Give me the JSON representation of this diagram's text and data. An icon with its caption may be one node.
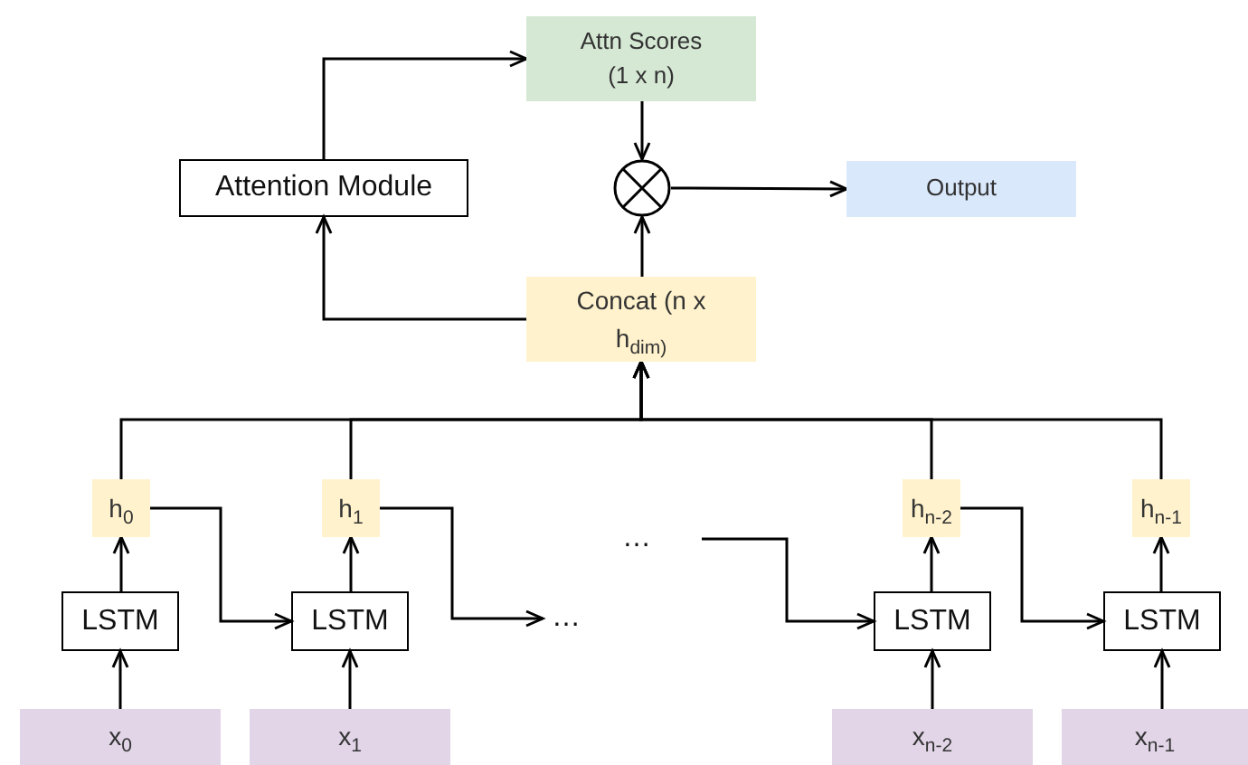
{
  "diagram": {
    "nodes": [
      {
        "text": [
          "Attn Scores (1 x n)"
        ]
      },
      {
        "text": [
          "Attention Module"
        ]
      },
      {
        "text": [],
        "shape": "circle"
      },
      {
        "text": [
          "Output"
        ]
      },
      {
        "text": [
          "Concat (n x h$_{dim)}$"
        ]
      },
      {
        "text": [
          "h$_{0}$"
        ]
      },
      {
        "text": [
          "h$_{1}$"
        ]
      },
      {
        "text": [
          "h$_{n-2}$"
        ]
      },
      {
        "text": [
          "h$_{n-1}$"
        ]
      },
      {
        "text": [
          "LSTM"
        ]
      },
      {
        "text": [
          "LSTM"
        ]
      },
      {
        "text": [
          "LSTM"
        ]
      },
      {
        "text": [
          "LSTM"
        ]
      },
      {
        "text": [
          "x$_{0}$"
        ]
      },
      {
        "text": [
          "x$_{1}$"
        ]
      },
      {
        "text": [
          "x$_{n-2}$"
        ]
      },
      {
        "text": [
          "x$_{n-1}$"
        ]
      },
      {
        "text": [
          "…"
        ]
      },
      {
        "text": [
          "…"
        ]
      }
    ],
    "edges": [
      {
        "from": 4,
        "to": 1,
        "arrow": "to"
      },
      {
        "from": 1,
        "to": 0,
        "arrow": "to"
      },
      {
        "from": 0,
        "to": 2,
        "arrow": "to"
      },
      {
        "from": 4,
        "to": 2,
        "arrow": "to"
      },
      {
        "from": 2,
        "to": 3,
        "arrow": "to"
      },
      {
        "from": 5,
        "to": 4,
        "arrow": "to"
      },
      {
        "from": 6,
        "to": 4,
        "arrow": "to"
      },
      {
        "from": 7,
        "to": 4,
        "arrow": "to"
      },
      {
        "from": 8,
        "to": 4,
        "arrow": "to"
      },
      {
        "from": 9,
        "to": 5,
        "arrow": "to"
      },
      {
        "from": 10,
        "to": 6,
        "arrow": "to"
      },
      {
        "from": 11,
        "to": 7,
        "arrow": "to"
      },
      {
        "from": 12,
        "to": 8,
        "arrow": "to"
      },
      {
        "from": 13,
        "to": 9,
        "arrow": "to"
      },
      {
        "from": 14,
        "to": 10,
        "arrow": "to"
      },
      {
        "from": 15,
        "to": 11,
        "arrow": "to"
      },
      {
        "from": 16,
        "to": 12,
        "arrow": "to"
      },
      {
        "from": 5,
        "to": 10,
        "arrow": "to"
      },
      {
        "from": 6,
        "to": 18,
        "arrow": "to"
      },
      {
        "from": 17,
        "to": 11,
        "arrow": "to"
      },
      {
        "from": 7,
        "to": 12,
        "arrow": "to"
      }
    ]
  }
}
